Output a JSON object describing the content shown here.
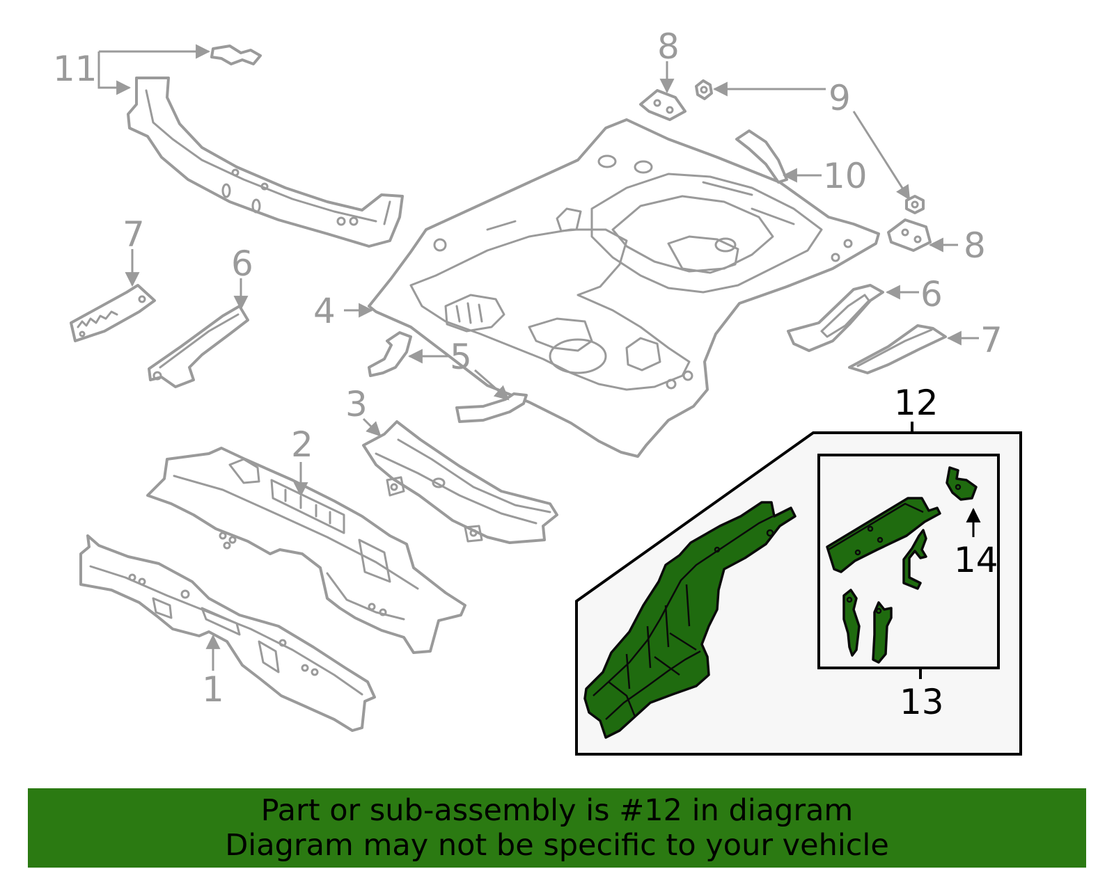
{
  "diagram": {
    "callouts": {
      "c1": "1",
      "c2": "2",
      "c3": "3",
      "c4": "4",
      "c5": "5",
      "c6_left": "6",
      "c6_right": "6",
      "c7_left": "7",
      "c7_right": "7",
      "c8_top": "8",
      "c8_right": "8",
      "c9": "9",
      "c10": "10",
      "c11": "11",
      "c12": "12",
      "c13": "13",
      "c14": "14"
    },
    "colors": {
      "highlight": "#1f6b0f",
      "line": "#9a9a9a",
      "banner": "#2b7a12",
      "inset_background": "#f7f7f7"
    }
  },
  "banner": {
    "line1": "Part or sub-assembly is #12 in diagram",
    "line2": "Diagram may not be specific to your vehicle"
  }
}
